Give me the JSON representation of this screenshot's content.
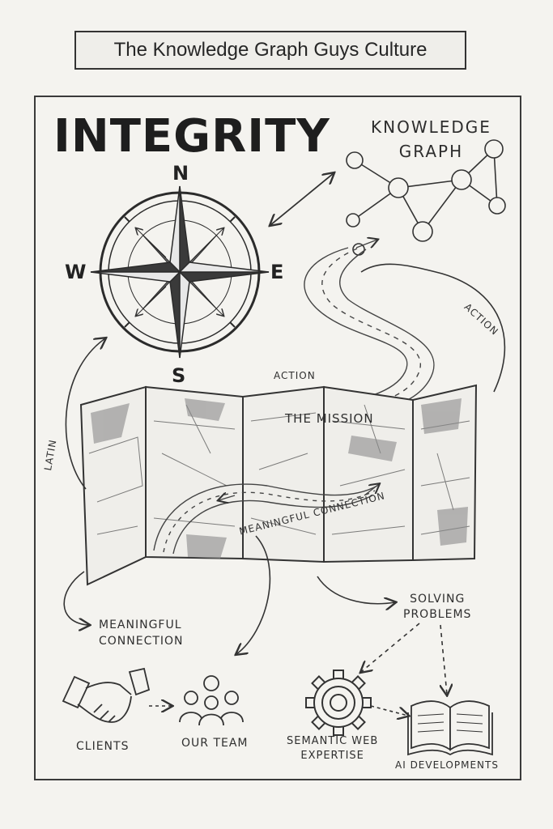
{
  "title": "The Knowledge Graph Guys Culture",
  "heading": "INTEGRITY",
  "knowledge_graph": {
    "line1": "KNOWLEDGE",
    "line2": "GRAPH"
  },
  "compass": {
    "north": "N",
    "south": "S",
    "east": "E",
    "west": "W"
  },
  "map": {
    "mission": "THE MISSION",
    "path_label": "MEANINGFUL CONNECTION",
    "action_top": "ACTION"
  },
  "side_labels": {
    "action_right": "ACTION",
    "latin_left": "LATIN"
  },
  "flow": {
    "meaningful": {
      "line1": "MEANINGFUL",
      "line2": "CONNECTION"
    },
    "solving": {
      "line1": "SOLVING",
      "line2": "PROBLEMS"
    },
    "clients": "CLIENTS",
    "team": "OUR TEAM",
    "semantic": {
      "line1": "SEMANTIC WEB",
      "line2": "EXPERTISE"
    },
    "ai": "AI DEVELOPMENTS"
  },
  "icons": [
    "compass-icon",
    "knowledge-graph-icon",
    "handshake-icon",
    "team-icon",
    "gear-icon",
    "book-icon"
  ]
}
